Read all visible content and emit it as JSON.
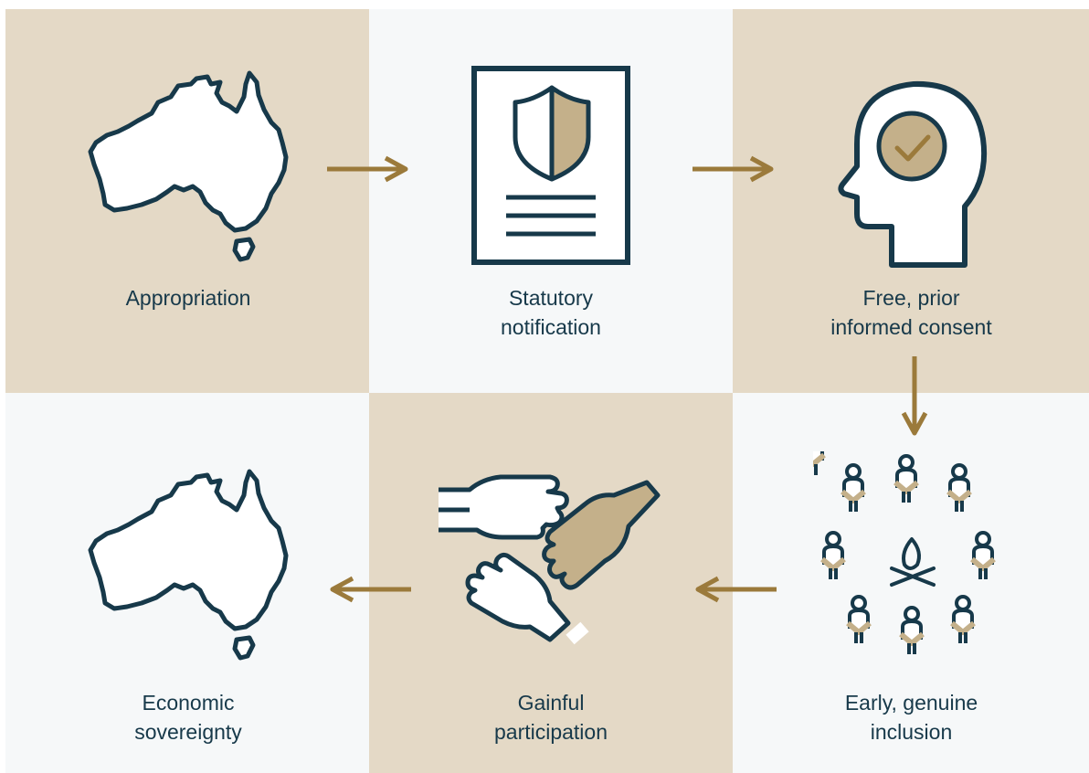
{
  "steps": [
    {
      "id": "appropriation",
      "lines": [
        "Appropriation"
      ]
    },
    {
      "id": "statutory",
      "lines": [
        "Statutory",
        "notification"
      ]
    },
    {
      "id": "consent",
      "lines": [
        "Free, prior",
        "informed consent"
      ]
    },
    {
      "id": "sovereignty",
      "lines": [
        "Economic",
        "sovereignty"
      ]
    },
    {
      "id": "participation",
      "lines": [
        "Gainful",
        "participation"
      ]
    },
    {
      "id": "inclusion",
      "lines": [
        "Early, genuine",
        "inclusion"
      ]
    }
  ],
  "colors": {
    "tan_bg": "#e4d9c6",
    "light_bg": "#f6f8f9",
    "navy": "#17394a",
    "arrow": "#9b7a3b",
    "accent": "#c4b08a"
  },
  "icons": {
    "appropriation": "australia-map-icon",
    "statutory": "shield-document-icon",
    "consent": "head-check-icon",
    "inclusion": "people-circle-campfire-icon",
    "participation": "three-hands-icon",
    "sovereignty": "australia-map-icon"
  }
}
